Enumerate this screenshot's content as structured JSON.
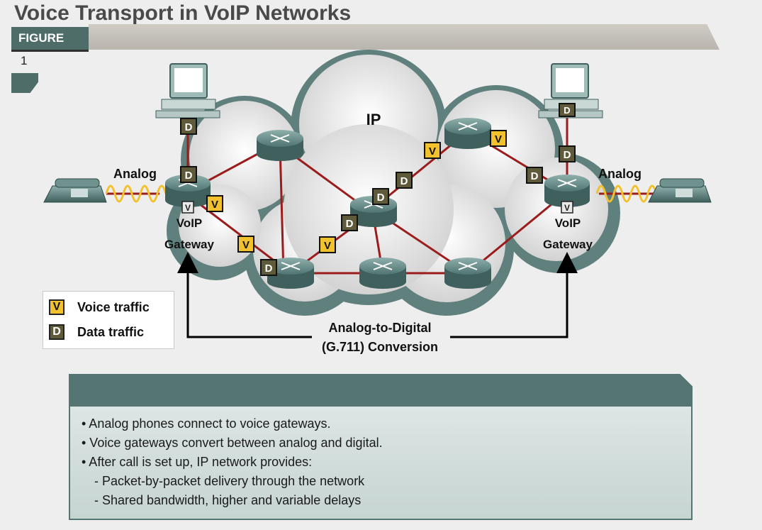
{
  "header": {
    "title": "Voice Transport in VoIP Networks",
    "figure_label": "FIGURE",
    "figure_number": "1"
  },
  "diagram": {
    "cloud_label": "IP",
    "left_analog_label": "Analog",
    "right_analog_label": "Analog",
    "left_gateway_label_1": "VoIP",
    "left_gateway_label_2": "Gateway",
    "right_gateway_label_1": "VoIP",
    "right_gateway_label_2": "Gateway",
    "conversion_label_1": "Analog-to-Digital",
    "conversion_label_2": "(G.711) Conversion",
    "voice_badge": "V",
    "data_badge": "D",
    "gateway_badge": "V"
  },
  "legend": {
    "voice_badge": "V",
    "voice_label": "Voice traffic",
    "data_badge": "D",
    "data_label": "Data traffic"
  },
  "info": {
    "bullets": [
      "• Analog phones connect to voice gateways.",
      "• Voice gateways convert between analog and digital.",
      "• After call is set up, IP network provides:",
      "- Packet-by-packet delivery through the network",
      "- Shared bandwidth, higher and variable delays"
    ]
  },
  "colors": {
    "voice_badge": "#f2c12e",
    "data_badge": "#5e5a3a",
    "link": "#9b1c1c",
    "router": "#4f7471",
    "accent": "#557573"
  }
}
